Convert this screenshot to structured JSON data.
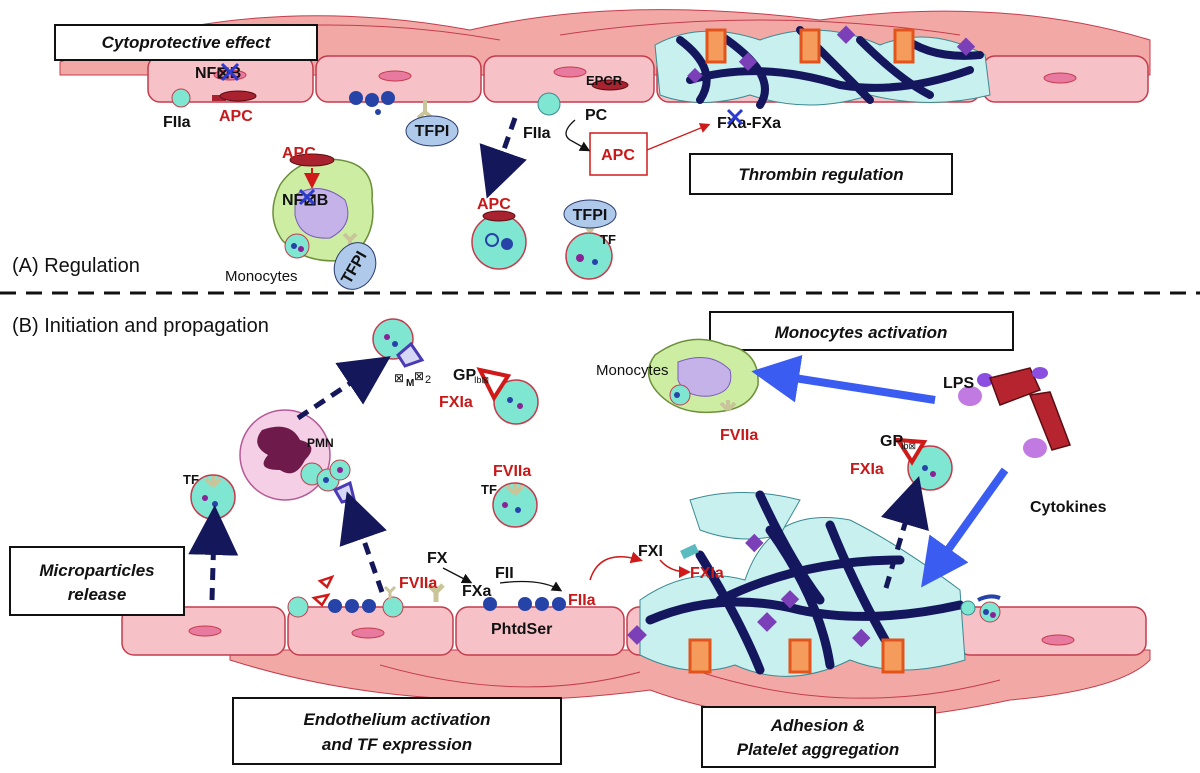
{
  "section_a": {
    "title": "(A) Regulation",
    "box_cytoprotective": "Cytoprotective effect",
    "box_thrombin": "Thrombin regulation",
    "nfkb_1": "NF⊠B",
    "nfkb_2": "NF⊠B",
    "apc_1": "APC",
    "apc_2": "APC",
    "apc_3": "APC",
    "apc_4": "APC",
    "fiia_1": "FIIa",
    "fiia_2": "FIIa",
    "tfpi_1": "TFPI",
    "tfpi_2": "TFPI",
    "tfpi_3": "TFPI",
    "epcr": "EPCR",
    "pc": "PC",
    "fxa_fxa": "FXa-FXa",
    "tf_a": "TF",
    "monocytes_a": "Monocytes"
  },
  "section_b": {
    "title": "(B) Initiation and propagation",
    "box_monocytes": "Monocytes activation",
    "box_microparticles_1": "Microparticles",
    "box_microparticles_2": "release",
    "box_endothelium_1": "Endothelium activation",
    "box_endothelium_2": "and TF expression",
    "box_adhesion_1": "Adhesion &",
    "box_adhesion_2": "Platelet aggregation",
    "monocytes_b": "Monocytes",
    "lps": "LPS",
    "cytokines": "Cytokines",
    "fviia_1": "FVIIa",
    "fviia_2": "FVIIa",
    "fviia_3": "FVIIa",
    "fxia_1": "FXIa",
    "fxia_2": "FXIa",
    "fxia_3": "FXIa",
    "gp_1": "GP",
    "gp_1_sub": "Ib⊠",
    "gp_2": "GP",
    "gp_2_sub": "Ib⊠",
    "mac_1": "⊠",
    "mac_sub": "M",
    "mac_2": "⊠",
    "mac_num": "2",
    "pmn": "PMN",
    "tf_1": "TF",
    "tf_2": "TF",
    "fx": "FX",
    "fxa": "FXa",
    "fii": "FII",
    "fiia": "FIIa",
    "fxi": "FXI",
    "phtdser": "PhtdSer"
  },
  "colors": {
    "endothelium": "#f7c1c8",
    "endothelium_stroke": "#c43c4c",
    "muscle": "#f2a9a6",
    "platelet": "#7fe6d2",
    "fibrin": "#15175e",
    "label_red": "#c8191a",
    "arrow_blue": "#3a5cf0",
    "dashed_arrow": "#14185a",
    "tfpi": "#aec9ea",
    "monocyte": "#cdeea2"
  }
}
